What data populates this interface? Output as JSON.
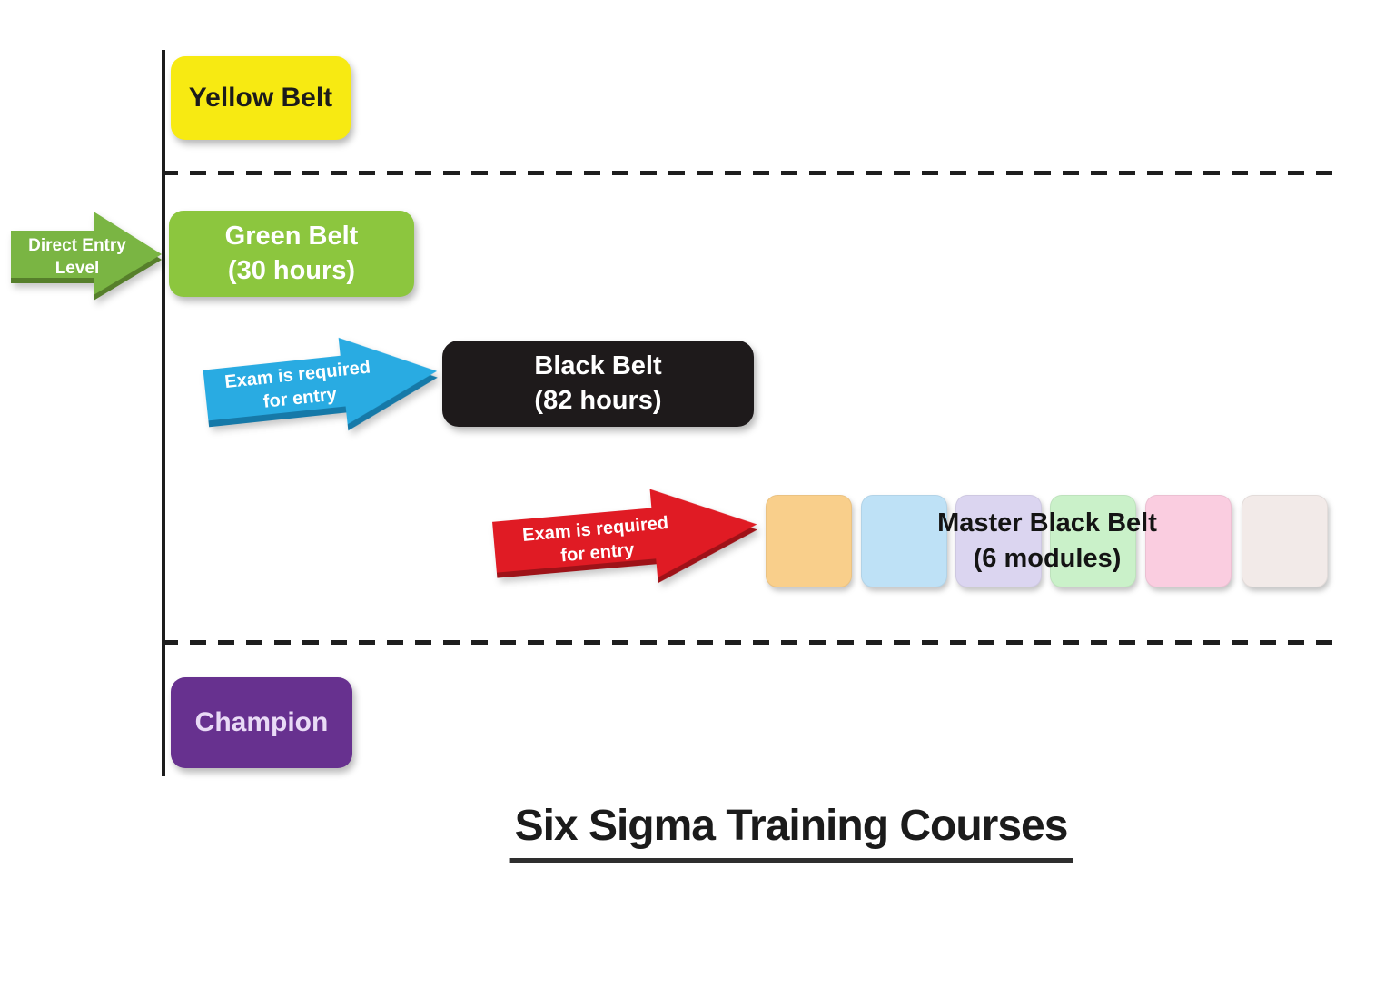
{
  "diagram": {
    "title": "Six Sigma Training Courses",
    "boxes": {
      "yellow_belt": {
        "label": "Yellow Belt",
        "bg": "#F7EA12"
      },
      "green_belt": {
        "label": "Green Belt",
        "hours": "(30 hours)",
        "bg": "#8CC63E"
      },
      "black_belt": {
        "label": "Black Belt",
        "hours": "(82 hours)",
        "bg": "#1E1A1B"
      },
      "champion": {
        "label": "Champion",
        "bg": "#67318F"
      }
    },
    "master_black_belt": {
      "label": "Master Black Belt",
      "modules_label": "(6 modules)",
      "module_colors": [
        "#F9CF8B",
        "#BEE1F6",
        "#DBD5F0",
        "#CAF1C9",
        "#FACDE0",
        "#F2EAE8"
      ]
    },
    "arrows": {
      "direct_entry": {
        "line1": "Direct Entry",
        "line2": "Level",
        "fill": "#7AB543",
        "shade": "#567F2B"
      },
      "exam_to_black_belt": {
        "line1": "Exam is required",
        "line2": "for entry",
        "fill": "#29ABE2",
        "shade": "#1679A8"
      },
      "exam_to_master_black_belt": {
        "line1": "Exam is required",
        "line2": "for entry",
        "fill": "#E01B24",
        "shade": "#9E1218"
      }
    }
  }
}
